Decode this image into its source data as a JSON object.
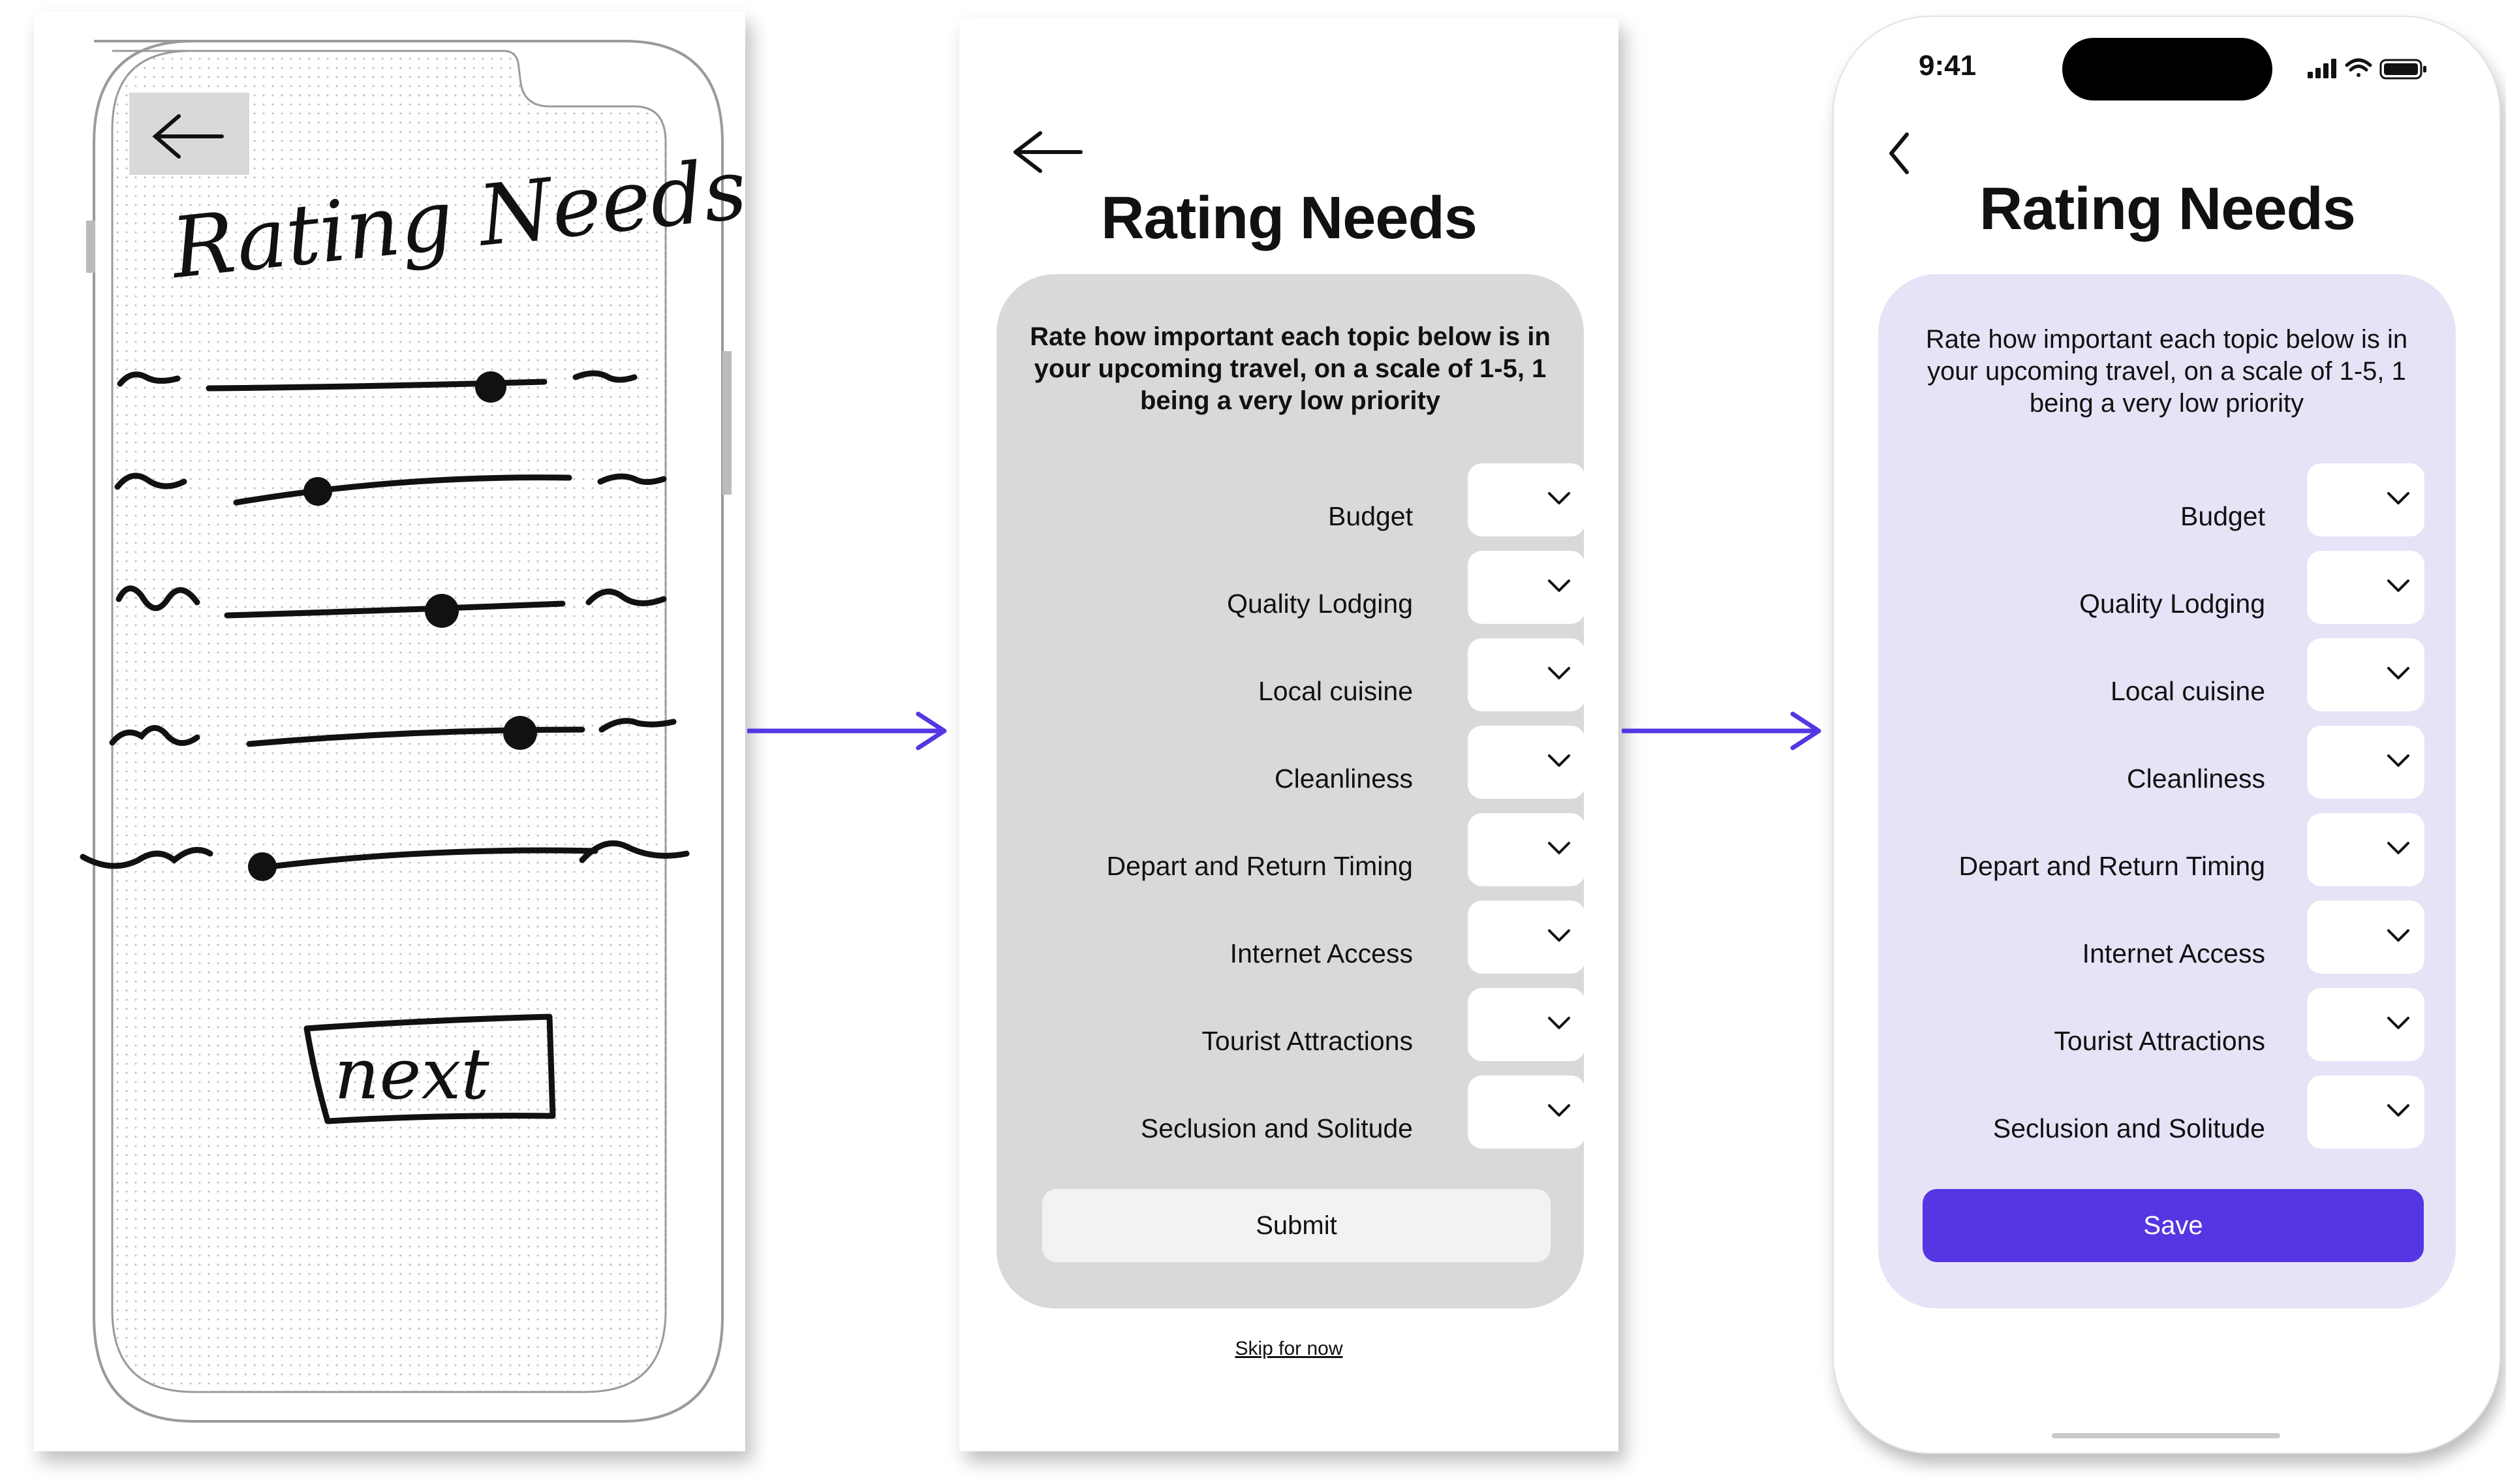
{
  "sketch": {
    "title": "Rating Needs",
    "next_label": "next",
    "slider_positions": [
      0.86,
      0.23,
      0.64,
      0.82,
      0.0
    ]
  },
  "wireframe": {
    "title": "Rating Needs",
    "instruction": "Rate how important each topic below is in your upcoming travel, on a scale of 1-5, 1 being a very low priority",
    "submit_label": "Submit",
    "skip_label": "Skip for now"
  },
  "hifi": {
    "status_time": "9:41",
    "title": "Rating Needs",
    "instruction": "Rate how important each topic below is in your upcoming travel, on a scale of 1-5, 1 being a very low priority",
    "save_label": "Save",
    "accent_color": "#5536e2",
    "panel_color": "#e6e3f7"
  },
  "topics": [
    "Budget",
    "Quality Lodging",
    "Local cuisine",
    "Cleanliness",
    "Depart and Return Timing",
    "Internet Access",
    "Tourist Attractions",
    "Seclusion and Solitude"
  ],
  "icons": {
    "back": "arrow-left-icon",
    "chevron": "chevron-down-icon",
    "flow_arrow": "arrow-right-icon",
    "signal": "cellular-signal-icon",
    "wifi": "wifi-icon",
    "battery": "battery-icon"
  }
}
